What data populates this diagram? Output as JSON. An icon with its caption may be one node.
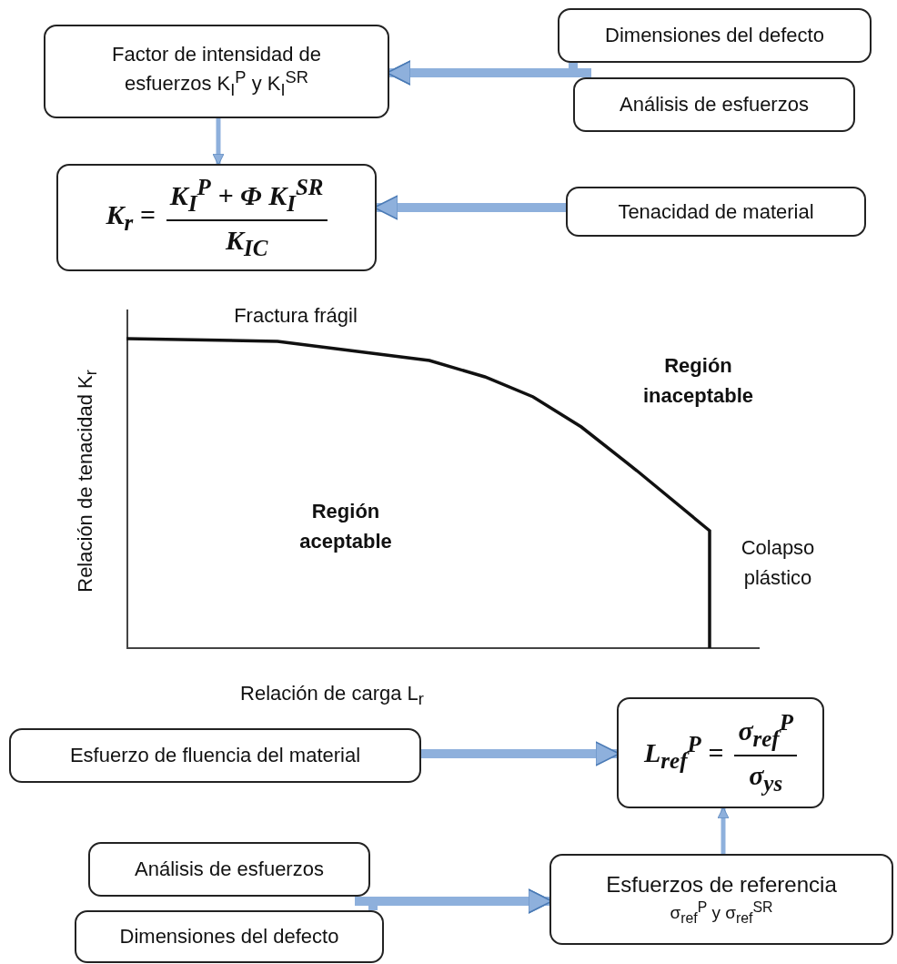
{
  "diagram": {
    "nodes": [
      {
        "text": [
          "Factor de intensidad de esfuerzos K$_{I}$$^{P}$ y K$_{I}$$^{SR}$"
        ]
      },
      {
        "text": [
          "Dimensiones del defecto"
        ]
      },
      {
        "text": [
          "Análisis de esfuerzos"
        ]
      },
      {
        "text": [
          "K$_{r}$ =",
          "K$_{I}$$^{P}$ + Φ K$_{I}$$^{SR}$",
          "K$_{IC}$"
        ]
      },
      {
        "text": [
          "Tenacidad de material"
        ]
      },
      {
        "text": [
          "Esfuerzo de fluencia del material"
        ]
      },
      {
        "text": [
          "L$_{ref}$$^{P}$ =",
          "σ$_{ref}$$^{P}$",
          "σ$_{ys}$"
        ]
      },
      {
        "text": [
          "Análisis de esfuerzos"
        ]
      },
      {
        "text": [
          "Dimensiones del defecto"
        ]
      },
      {
        "text": [
          "Esfuerzos de referencia",
          "σ$_{ref}$$^{P}$ y σ$_{ref}$$^{SR}$"
        ]
      }
    ],
    "edges": [
      {
        "from": 1,
        "to": 0,
        "arrow": "to"
      },
      {
        "from": 2,
        "to": 0,
        "arrow": "to"
      },
      {
        "from": 0,
        "to": 3,
        "arrow": "to"
      },
      {
        "from": 4,
        "to": 3,
        "arrow": "to"
      },
      {
        "from": 5,
        "to": 6,
        "arrow": "to"
      },
      {
        "from": 7,
        "to": 9,
        "arrow": "to"
      },
      {
        "from": 8,
        "to": 9,
        "arrow": "to"
      },
      {
        "from": 9,
        "to": 6,
        "arrow": "to"
      }
    ],
    "labels": [
      "Fractura frágil",
      "Relación de tenacidad K$_{r}$",
      "Región inaceptable",
      "Región aceptable",
      "Colapso plástico",
      "Relación de carga L$_{r}$"
    ]
  }
}
